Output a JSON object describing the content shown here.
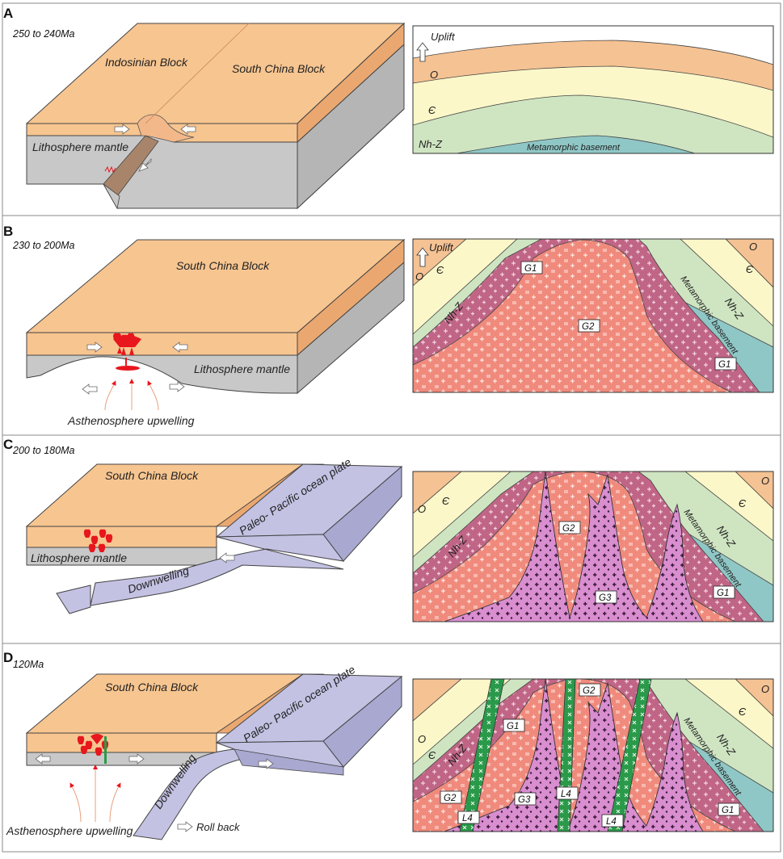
{
  "colors": {
    "crust": "#f7c590",
    "mantle": "#c8c8c8",
    "ocean_plate": "#c3c2e3",
    "layer_O": "#f5c293",
    "layer_Cambrian": "#fbf7c8",
    "layer_NhZ": "#cfe5c2",
    "layer_basement": "#8fc7c6",
    "G1": "#c06585",
    "G2": "#f08a7c",
    "G3": "#d98ed0",
    "L4": "#2a9a4a",
    "melt": "#e8161d",
    "upwelling_arrow": "#e8161d"
  },
  "panels": [
    {
      "letter": "A",
      "age": "250 to 240Ma",
      "block_labels": [
        "Indosinian  Block",
        "South China  Block",
        "Lithosphere mantle"
      ],
      "section_labels": {
        "uplift": "Uplift",
        "O": "O",
        "Cambrian": "Є",
        "NhZ": "Nh-Z",
        "basement": "Metamorphic basement"
      }
    },
    {
      "letter": "B",
      "age": "230 to 200Ma",
      "block_labels": [
        "South China  Block",
        "Lithosphere mantle",
        "Asthenosphere upwelling"
      ],
      "section_labels": {
        "uplift": "Uplift",
        "O_left": "O",
        "O_right": "O",
        "cambrian_left": "Є",
        "cambrian_right": "Є",
        "nhz_left": "Nh-Z",
        "nhz_right": "Nh-Z",
        "basement": "Metamorphic basement",
        "G1_upper": "G1",
        "G2": "G2",
        "G1_lower": "G1"
      }
    },
    {
      "letter": "C",
      "age": "200 to 180Ma",
      "block_labels": [
        "South China  Block",
        "Paleo- Pacific ocean plate",
        "Lithosphere mantle",
        "Downwelling"
      ],
      "section_labels": {
        "O_top": "O",
        "O_left": "O",
        "cambrian_left": "Є",
        "cambrian_right": "Є",
        "nhz_left": "Nh-Z",
        "nhz_right": "Nh-Z",
        "basement": "Metamorphic basement",
        "G2": "G2",
        "G3": "G3",
        "G1": "G1"
      }
    },
    {
      "letter": "D",
      "age": "120Ma",
      "block_labels": [
        "South China  Block",
        "Paleo- Pacific ocean plate",
        "Downwelling",
        "Roll back",
        "Asthenosphere upwelling"
      ],
      "section_labels": {
        "O_top": "O",
        "O_left": "O",
        "cambrian_left": "Є",
        "cambrian_right": "Є",
        "nhz_left": "Nh-Z",
        "nhz_right": "Nh-Z",
        "basement": "Metamorphic basement",
        "G2_top": "G2",
        "G1_upper": "G1",
        "G2_left": "G2",
        "G3": "G3",
        "G1_lower": "G1",
        "L4_left": "L4",
        "L4_mid": "L4",
        "L4_right": "L4"
      }
    }
  ]
}
